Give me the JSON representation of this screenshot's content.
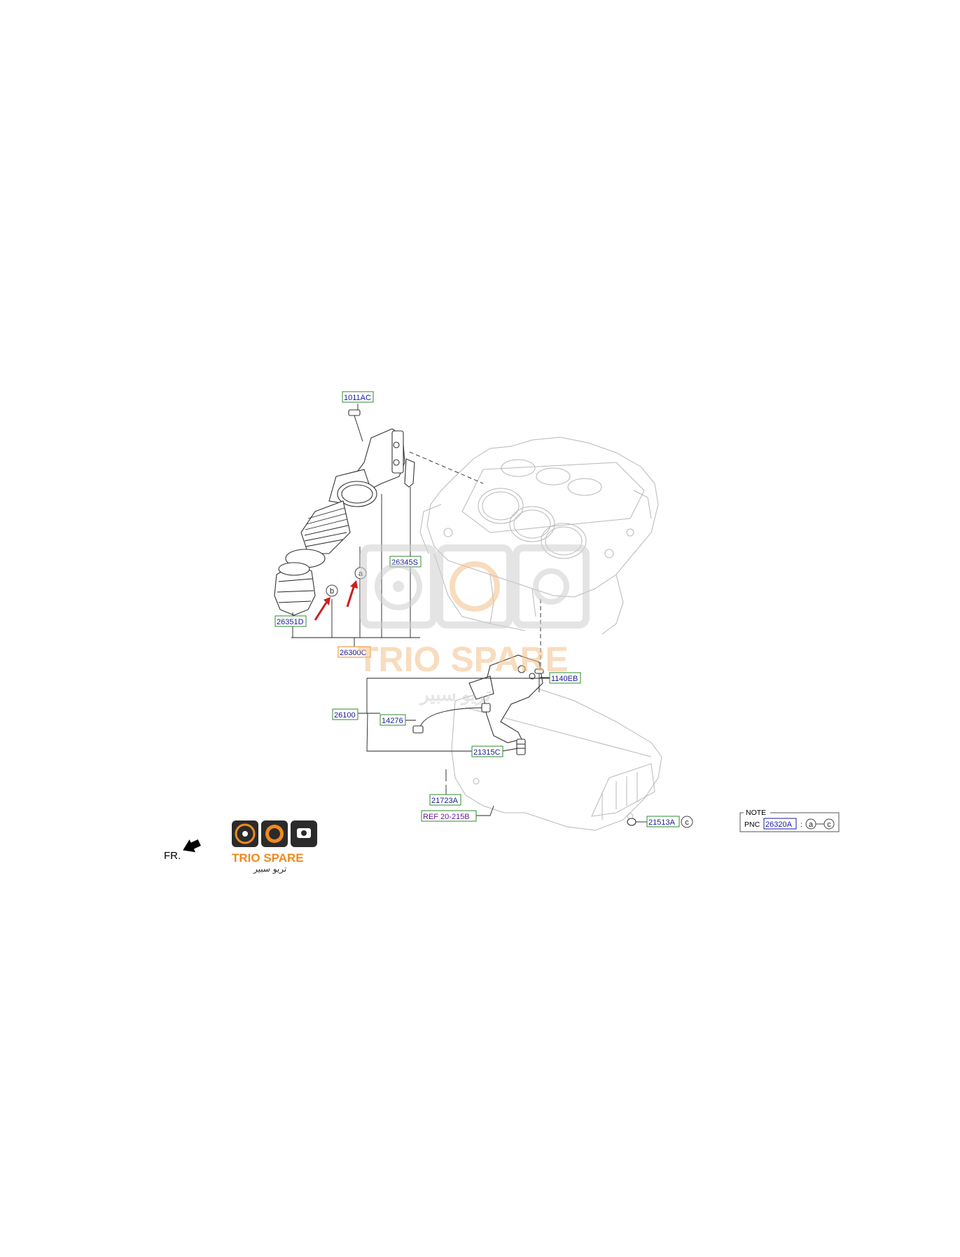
{
  "labels": {
    "p1011AC": "1011AC",
    "p26345S": "26345S",
    "p26351D": "26351D",
    "p26300C": "26300C",
    "p1140EB": "1140EB",
    "p26100": "26100",
    "p14276": "14276",
    "p21315C": "21315C",
    "p21723A": "21723A",
    "ref": "REF 20-215B",
    "p21513A": "21513A"
  },
  "callouts": {
    "a": "a",
    "b": "b",
    "c": "c"
  },
  "direction": {
    "label": "FR."
  },
  "note": {
    "title": "NOTE",
    "pnc_label": "PNC",
    "pnc_value": "26320A",
    "colon": ":",
    "range_from": "a",
    "range_to": "c"
  },
  "watermark": {
    "brand": "TRIO SPARE",
    "arabic": "تريو سبير"
  },
  "logo": {
    "brand": "TRIO SPARE",
    "arabic": "تريو سبير"
  },
  "colors": {
    "label_border": "#2e8b2e",
    "label_text": "#1a1a9a",
    "ref_text": "#6a1a9a",
    "arrow_red": "#cc1f1f",
    "logo_orange": "#f08a1c",
    "logo_dark": "#2b2b2b",
    "watermark_gray": "#cfcfcf",
    "watermark_orange": "#f4c08a"
  }
}
